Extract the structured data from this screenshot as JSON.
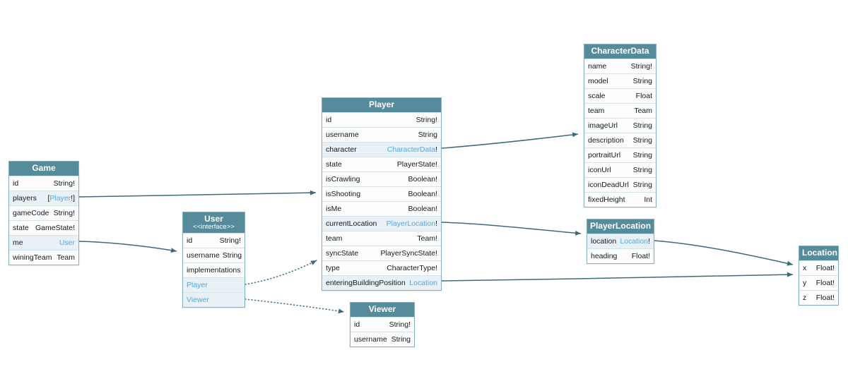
{
  "diagram": {
    "kind": "graphql-schema-diagram",
    "colors": {
      "header_bg": "#568b9b",
      "header_text": "#ffffff",
      "link_text": "#58a7dd",
      "row_text": "#15181a",
      "row_highlight_bg": "#e7f1f6",
      "edge": "#3d6b7a",
      "table_border": "#86aebb"
    },
    "tables": [
      {
        "id": "game",
        "title": "Game",
        "stereotype": "",
        "fields": [
          {
            "name": "id",
            "highlight": false,
            "segments": [
              {
                "t": "String!",
                "link": false
              }
            ]
          },
          {
            "name": "players",
            "highlight": true,
            "segments": [
              {
                "t": "[",
                "link": false
              },
              {
                "t": "Player",
                "link": true
              },
              {
                "t": "!]",
                "link": false
              }
            ]
          },
          {
            "name": "gameCode",
            "highlight": false,
            "segments": [
              {
                "t": "String!",
                "link": false
              }
            ]
          },
          {
            "name": "state",
            "highlight": false,
            "segments": [
              {
                "t": "GameState!",
                "link": false
              }
            ]
          },
          {
            "name": "me",
            "highlight": true,
            "segments": [
              {
                "t": "User",
                "link": true
              }
            ]
          },
          {
            "name": "winingTeam",
            "highlight": false,
            "segments": [
              {
                "t": "Team",
                "link": false
              }
            ]
          }
        ]
      },
      {
        "id": "user",
        "title": "User",
        "stereotype": "<<interface>>",
        "fields": [
          {
            "name": "id",
            "highlight": false,
            "segments": [
              {
                "t": "String!",
                "link": false
              }
            ]
          },
          {
            "name": "username",
            "highlight": false,
            "segments": [
              {
                "t": "String",
                "link": false
              }
            ]
          },
          {
            "name": "implementations",
            "highlight": false,
            "section": true,
            "segments": []
          },
          {
            "name": "Player",
            "highlight": true,
            "name_link": true,
            "segments": []
          },
          {
            "name": "Viewer",
            "highlight": true,
            "name_link": true,
            "segments": []
          }
        ]
      },
      {
        "id": "player",
        "title": "Player",
        "stereotype": "",
        "fields": [
          {
            "name": "id",
            "highlight": false,
            "segments": [
              {
                "t": "String!",
                "link": false
              }
            ]
          },
          {
            "name": "username",
            "highlight": false,
            "segments": [
              {
                "t": "String",
                "link": false
              }
            ]
          },
          {
            "name": "character",
            "highlight": true,
            "segments": [
              {
                "t": "CharacterData",
                "link": true
              },
              {
                "t": "!",
                "link": false
              }
            ]
          },
          {
            "name": "state",
            "highlight": false,
            "segments": [
              {
                "t": "PlayerState!",
                "link": false
              }
            ]
          },
          {
            "name": "isCrawling",
            "highlight": false,
            "segments": [
              {
                "t": "Boolean!",
                "link": false
              }
            ]
          },
          {
            "name": "isShooting",
            "highlight": false,
            "segments": [
              {
                "t": "Boolean!",
                "link": false
              }
            ]
          },
          {
            "name": "isMe",
            "highlight": false,
            "segments": [
              {
                "t": "Boolean!",
                "link": false
              }
            ]
          },
          {
            "name": "currentLocation",
            "highlight": true,
            "segments": [
              {
                "t": "PlayerLocation",
                "link": true
              },
              {
                "t": "!",
                "link": false
              }
            ]
          },
          {
            "name": "team",
            "highlight": false,
            "segments": [
              {
                "t": "Team!",
                "link": false
              }
            ]
          },
          {
            "name": "syncState",
            "highlight": false,
            "segments": [
              {
                "t": "PlayerSyncState!",
                "link": false
              }
            ]
          },
          {
            "name": "type",
            "highlight": false,
            "segments": [
              {
                "t": "CharacterType!",
                "link": false
              }
            ]
          },
          {
            "name": "enteringBuildingPosition",
            "highlight": true,
            "segments": [
              {
                "t": "Location",
                "link": true
              }
            ]
          }
        ]
      },
      {
        "id": "viewer",
        "title": "Viewer",
        "stereotype": "",
        "fields": [
          {
            "name": "id",
            "highlight": false,
            "segments": [
              {
                "t": "String!",
                "link": false
              }
            ]
          },
          {
            "name": "username",
            "highlight": false,
            "segments": [
              {
                "t": "String",
                "link": false
              }
            ]
          }
        ]
      },
      {
        "id": "characterData",
        "title": "CharacterData",
        "stereotype": "",
        "fields": [
          {
            "name": "name",
            "highlight": false,
            "segments": [
              {
                "t": "String!",
                "link": false
              }
            ]
          },
          {
            "name": "model",
            "highlight": false,
            "segments": [
              {
                "t": "String",
                "link": false
              }
            ]
          },
          {
            "name": "scale",
            "highlight": false,
            "segments": [
              {
                "t": "Float",
                "link": false
              }
            ]
          },
          {
            "name": "team",
            "highlight": false,
            "segments": [
              {
                "t": "Team",
                "link": false
              }
            ]
          },
          {
            "name": "imageUrl",
            "highlight": false,
            "segments": [
              {
                "t": "String",
                "link": false
              }
            ]
          },
          {
            "name": "description",
            "highlight": false,
            "segments": [
              {
                "t": "String",
                "link": false
              }
            ]
          },
          {
            "name": "portraitUrl",
            "highlight": false,
            "segments": [
              {
                "t": "String",
                "link": false
              }
            ]
          },
          {
            "name": "iconUrl",
            "highlight": false,
            "segments": [
              {
                "t": "String",
                "link": false
              }
            ]
          },
          {
            "name": "iconDeadUrl",
            "highlight": false,
            "segments": [
              {
                "t": "String",
                "link": false
              }
            ]
          },
          {
            "name": "fixedHeight",
            "highlight": false,
            "segments": [
              {
                "t": "Int",
                "link": false
              }
            ]
          }
        ]
      },
      {
        "id": "playerLocation",
        "title": "PlayerLocation",
        "stereotype": "",
        "fields": [
          {
            "name": "location",
            "highlight": true,
            "segments": [
              {
                "t": "Location",
                "link": true
              },
              {
                "t": "!",
                "link": false
              }
            ]
          },
          {
            "name": "heading",
            "highlight": false,
            "segments": [
              {
                "t": "Float!",
                "link": false
              }
            ]
          }
        ]
      },
      {
        "id": "location",
        "title": "Location",
        "stereotype": "",
        "fields": [
          {
            "name": "x",
            "highlight": false,
            "segments": [
              {
                "t": "Float!",
                "link": false
              }
            ]
          },
          {
            "name": "y",
            "highlight": false,
            "segments": [
              {
                "t": "Float!",
                "link": false
              }
            ]
          },
          {
            "name": "z",
            "highlight": false,
            "segments": [
              {
                "t": "Float!",
                "link": false
              }
            ]
          }
        ]
      }
    ],
    "edges": [
      {
        "from": "Game.players",
        "to": "Player",
        "style": "solid"
      },
      {
        "from": "Game.me",
        "to": "User",
        "style": "solid"
      },
      {
        "from": "Player.character",
        "to": "CharacterData",
        "style": "solid"
      },
      {
        "from": "Player.currentLocation",
        "to": "PlayerLocation",
        "style": "solid"
      },
      {
        "from": "PlayerLocation.location",
        "to": "Location",
        "style": "solid"
      },
      {
        "from": "Player.enteringBuildingPosition",
        "to": "Location",
        "style": "solid"
      },
      {
        "from": "User.Player",
        "to": "Player",
        "style": "dotted"
      },
      {
        "from": "User.Viewer",
        "to": "Viewer",
        "style": "dotted"
      }
    ]
  }
}
